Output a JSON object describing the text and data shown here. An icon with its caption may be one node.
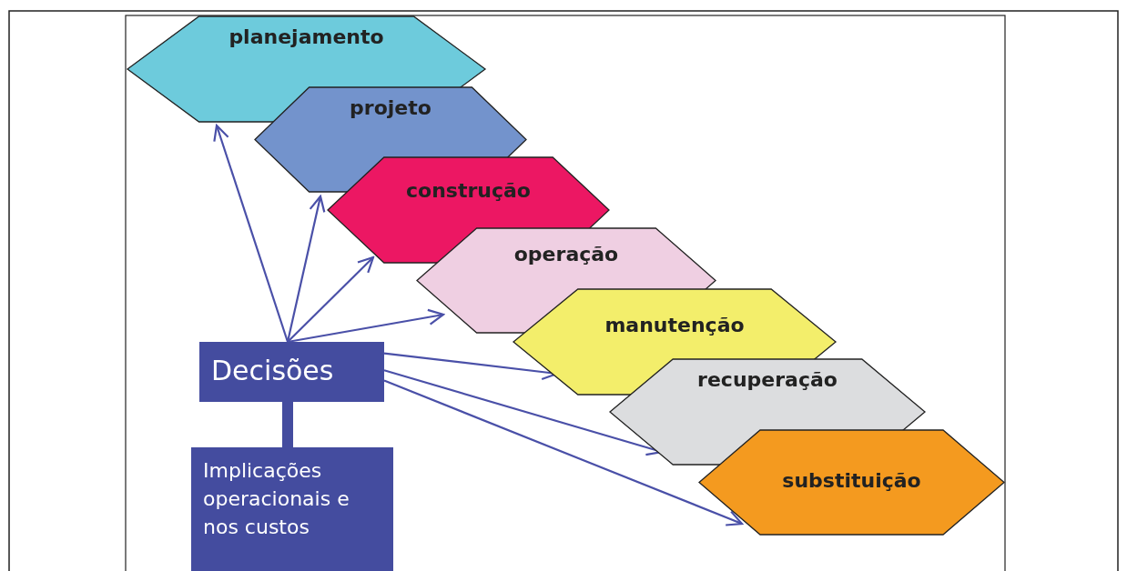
{
  "diagram": {
    "nodes": [
      {
        "text": [
          "planejamento"
        ]
      },
      {
        "text": [
          "projeto"
        ]
      },
      {
        "text": [
          "construção"
        ]
      },
      {
        "text": [
          "operação"
        ]
      },
      {
        "text": [
          "manutenção"
        ]
      },
      {
        "text": [
          "recuperação"
        ]
      },
      {
        "text": [
          "substituição"
        ]
      },
      {
        "text": [
          "Decisões"
        ]
      },
      {
        "text": [
          "Implicações operacionais e nos custos"
        ]
      }
    ],
    "edges": [
      {
        "from": 7,
        "to": 0,
        "arrow": "to"
      },
      {
        "from": 7,
        "to": 1,
        "arrow": "to"
      },
      {
        "from": 7,
        "to": 2,
        "arrow": "to"
      },
      {
        "from": 7,
        "to": 3,
        "arrow": "to"
      },
      {
        "from": 7,
        "to": 4,
        "arrow": "to"
      },
      {
        "from": 7,
        "to": 5,
        "arrow": "to"
      },
      {
        "from": 7,
        "to": 6,
        "arrow": "to"
      },
      {
        "from": 7,
        "to": 8,
        "arrow": "none",
        "style": "thick"
      }
    ]
  }
}
